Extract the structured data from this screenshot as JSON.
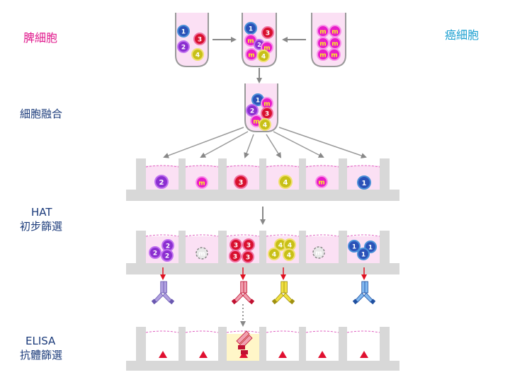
{
  "labels": {
    "spleen_cells": "脾細胞",
    "cancer_cells": "癌細胞",
    "cell_fusion": "細胞融合",
    "hat_line1": "HAT",
    "hat_line2": "初步篩選",
    "elisa_line1": "ELISA",
    "elisa_line2": "抗體篩選"
  },
  "glyphs": {
    "one": "1",
    "two": "2",
    "three": "3",
    "four": "4",
    "myeloma": "m"
  },
  "colors": {
    "magenta_label": "#e0188c",
    "cyan_label": "#1a9fd0",
    "cell_1": "#2b52b8",
    "cell_2": "#8b2fd0",
    "cell_3": "#d8102e",
    "cell_4": "#c8c018",
    "cell_m": "#e81cc8",
    "well_fill": "#fbe0f4",
    "elisa_hit": "#fff6c8",
    "rack": "#d8d8d8"
  }
}
